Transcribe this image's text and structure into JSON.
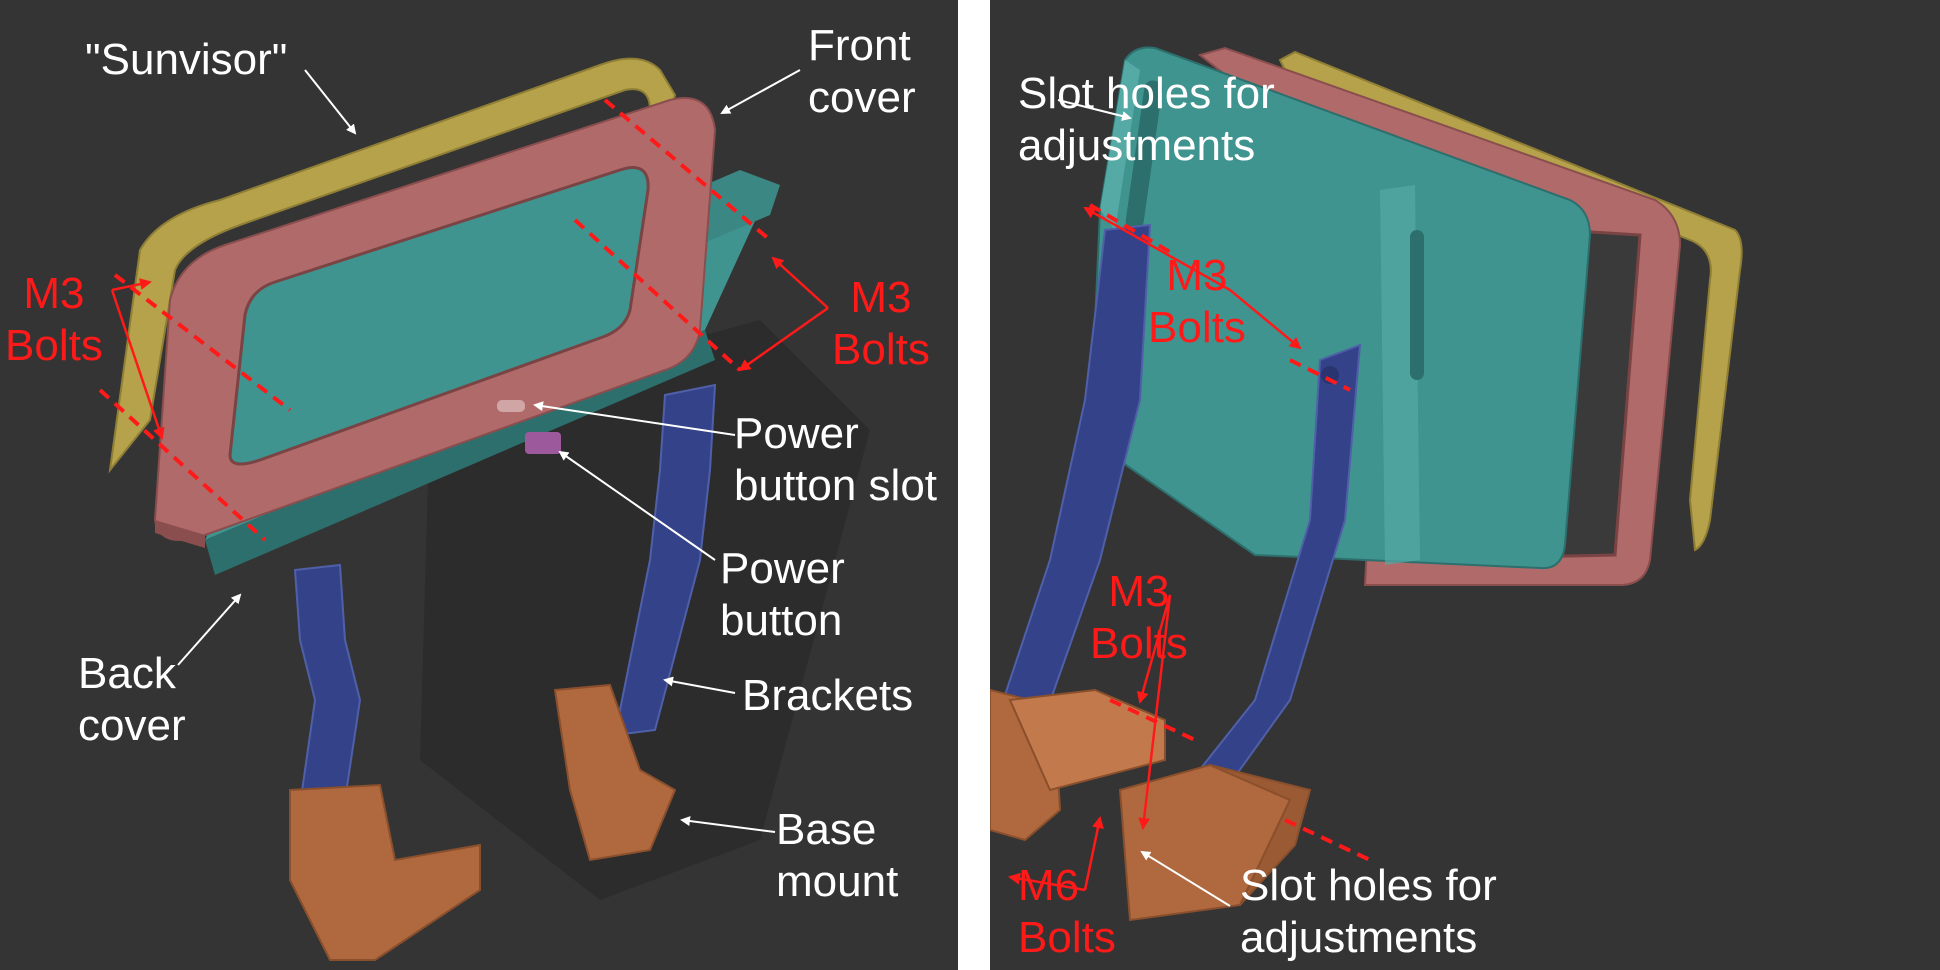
{
  "colors": {
    "background": "#343434",
    "sunvisor": "#b5a24a",
    "front_cover": "#b06a6a",
    "back_cover": "#3f9490",
    "brackets": "#34428a",
    "base_mount": "#b0693e",
    "callout_white": "#ffffff",
    "callout_red": "#ff1a1a"
  },
  "left_view": {
    "labels": {
      "sunvisor": "\"Sunvisor\"",
      "front_cover": "Front\ncover",
      "m3_bolts_left": "M3\nBolts",
      "m3_bolts_right": "M3\nBolts",
      "power_button_slot": "Power\nbutton slot",
      "power_button": "Power\nbutton",
      "back_cover": "Back\ncover",
      "brackets": "Brackets",
      "base_mount": "Base\nmount"
    }
  },
  "right_view": {
    "labels": {
      "slot_holes_top": "Slot holes for\nadjustments",
      "m3_bolts_top": "M3\nBolts",
      "m3_bolts_bottom": "M3\nBolts",
      "m6_bolts": "M6\nBolts",
      "slot_holes_bottom": "Slot holes for\nadjustments"
    }
  }
}
